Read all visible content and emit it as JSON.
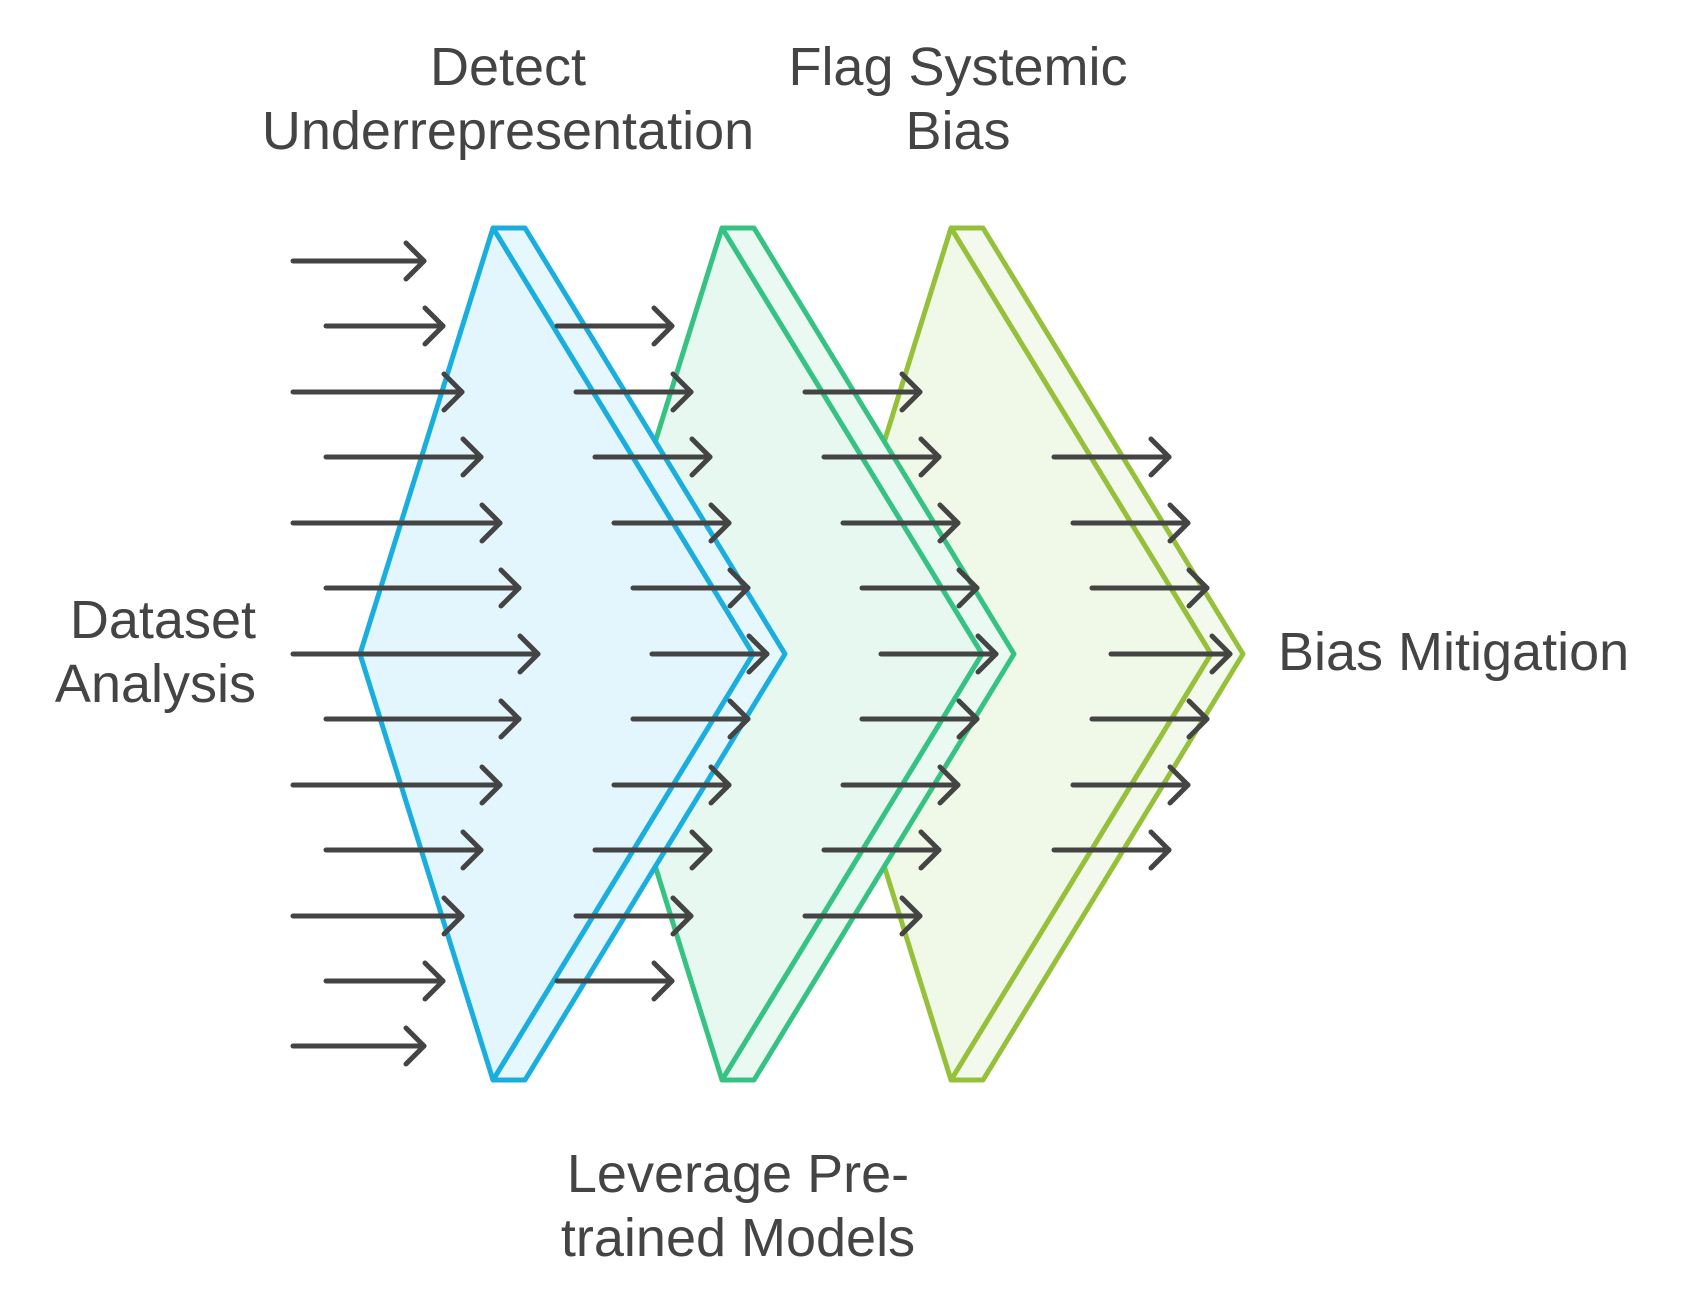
{
  "labels": {
    "input": "Dataset\nAnalysis",
    "stage1": "Detect\nUnderrepresentation",
    "stage2": "Leverage Pre-\ntrained Models",
    "stage3": "Flag Systemic\nBias",
    "output": "Bias Mitigation"
  },
  "stages": [
    {
      "stroke": "#1AAEDF",
      "fill": "#E3F6FD",
      "face": "#E6F7FD"
    },
    {
      "stroke": "#35C283",
      "fill": "#E6F8EF",
      "face": "#EAF9F2"
    },
    {
      "stroke": "#95C13A",
      "fill": "#F0F8E7",
      "face": "#F3F9EC"
    }
  ],
  "arrow_color": "#444444",
  "icons": [
    "arrow-right-icon",
    "chevron-filter-icon"
  ]
}
